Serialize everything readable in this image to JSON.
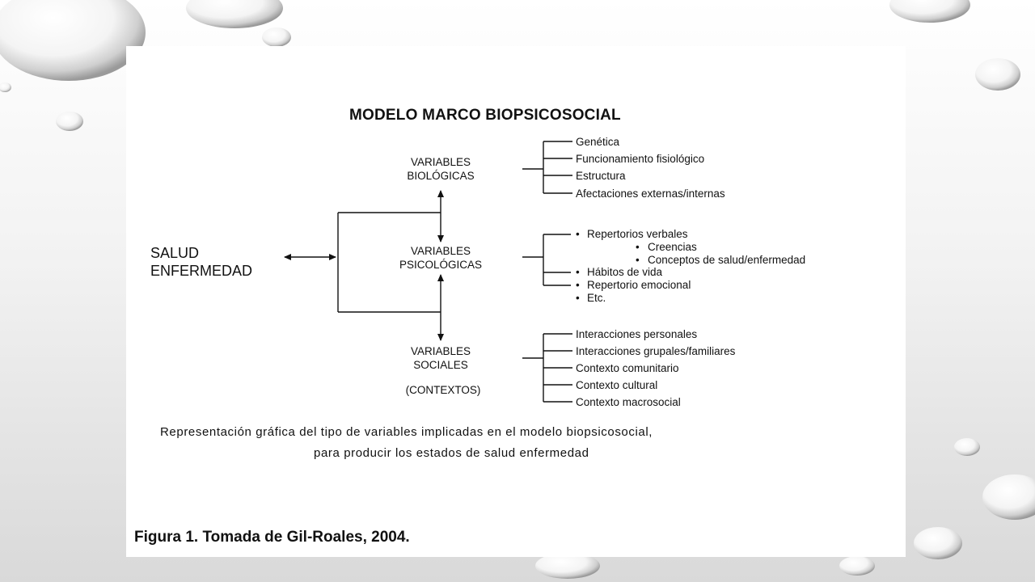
{
  "diagram": {
    "title": "MODELO MARCO BIOPSICOSOCIAL",
    "outcome": [
      "SALUD",
      "ENFERMEDAD"
    ],
    "groups": [
      {
        "label": [
          "VARIABLES",
          "BIOLÓGICAS"
        ],
        "items": [
          "Genética",
          "Funcionamiento fisiológico",
          "Estructura",
          "Afectaciones externas/internas"
        ]
      },
      {
        "label": [
          "VARIABLES",
          "PSICOLÓGICAS"
        ],
        "items": [
          "Repertorios verbales",
          "Creencias",
          "Conceptos de salud/enfermedad",
          "Hábitos de vida",
          "Repertorio emocional",
          "Etc."
        ]
      },
      {
        "label": [
          "VARIABLES",
          "SOCIALES"
        ],
        "note": "(CONTEXTOS)",
        "items": [
          "Interacciones personales",
          "Interacciones grupales/familiares",
          "Contexto comunitario",
          "Contexto cultural",
          "Contexto macrosocial"
        ]
      }
    ],
    "caption": [
      "Representación gráfica del tipo de variables implicadas en el modelo biopsicosocial,",
      "para producir los estados de salud enfermedad"
    ],
    "source": "Figura 1. Tomada de Gil-Roales, 2004."
  }
}
